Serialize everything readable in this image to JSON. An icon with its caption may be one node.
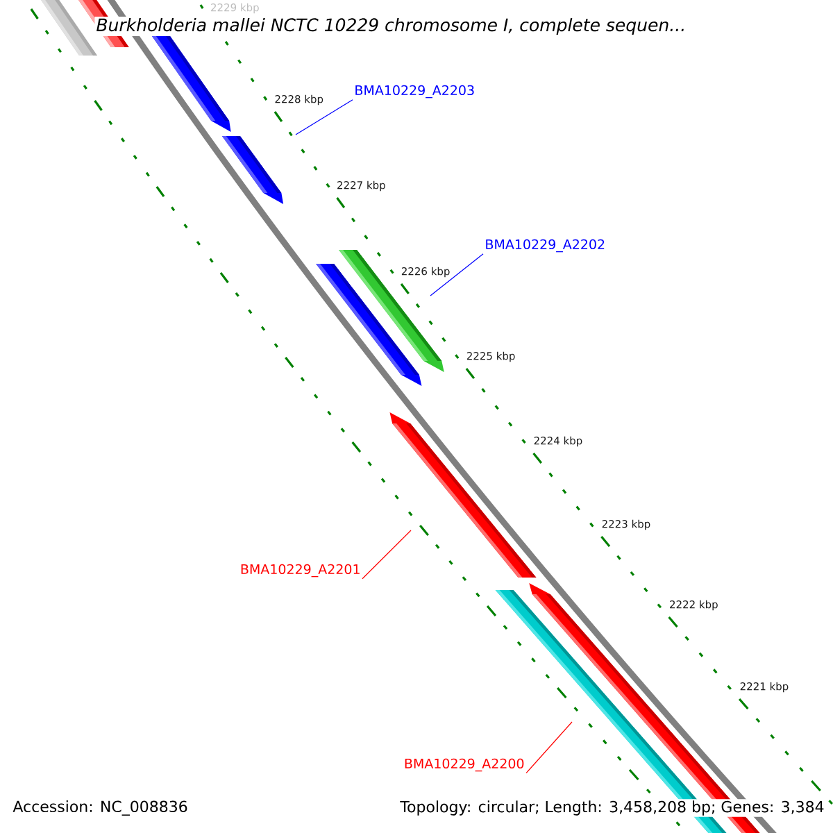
{
  "diagram": {
    "title": "Burkholderia mallei NCTC 10229 chromosome I, complete sequen...",
    "nodes": [
      {
        "text": [
          "BMA10229_A2203"
        ]
      },
      {
        "text": [
          "BMA10229_A2202"
        ]
      },
      {
        "text": [
          "BMA10229_A2201"
        ]
      },
      {
        "text": [
          "BMA10229_A2200"
        ]
      }
    ],
    "edges": [
      {
        "from": 0,
        "to": null,
        "arrow": "none",
        "color": "#0000ff"
      },
      {
        "from": 1,
        "to": null,
        "arrow": "none",
        "color": "#0000ff"
      },
      {
        "from": 2,
        "to": null,
        "arrow": "none",
        "color": "#ff0000"
      },
      {
        "from": 3,
        "to": null,
        "arrow": "none",
        "color": "#ff0000"
      }
    ],
    "labels": [
      "2229 kbp",
      "2228 kbp",
      "2227 kbp",
      "2226 kbp",
      "2225 kbp",
      "2224 kbp",
      "2223 kbp",
      "2222 kbp",
      "2221 kbp",
      "Accession: NC_008836",
      "Topology: circular; Length: 3,458,208 bp; Genes: 3,384"
    ]
  }
}
